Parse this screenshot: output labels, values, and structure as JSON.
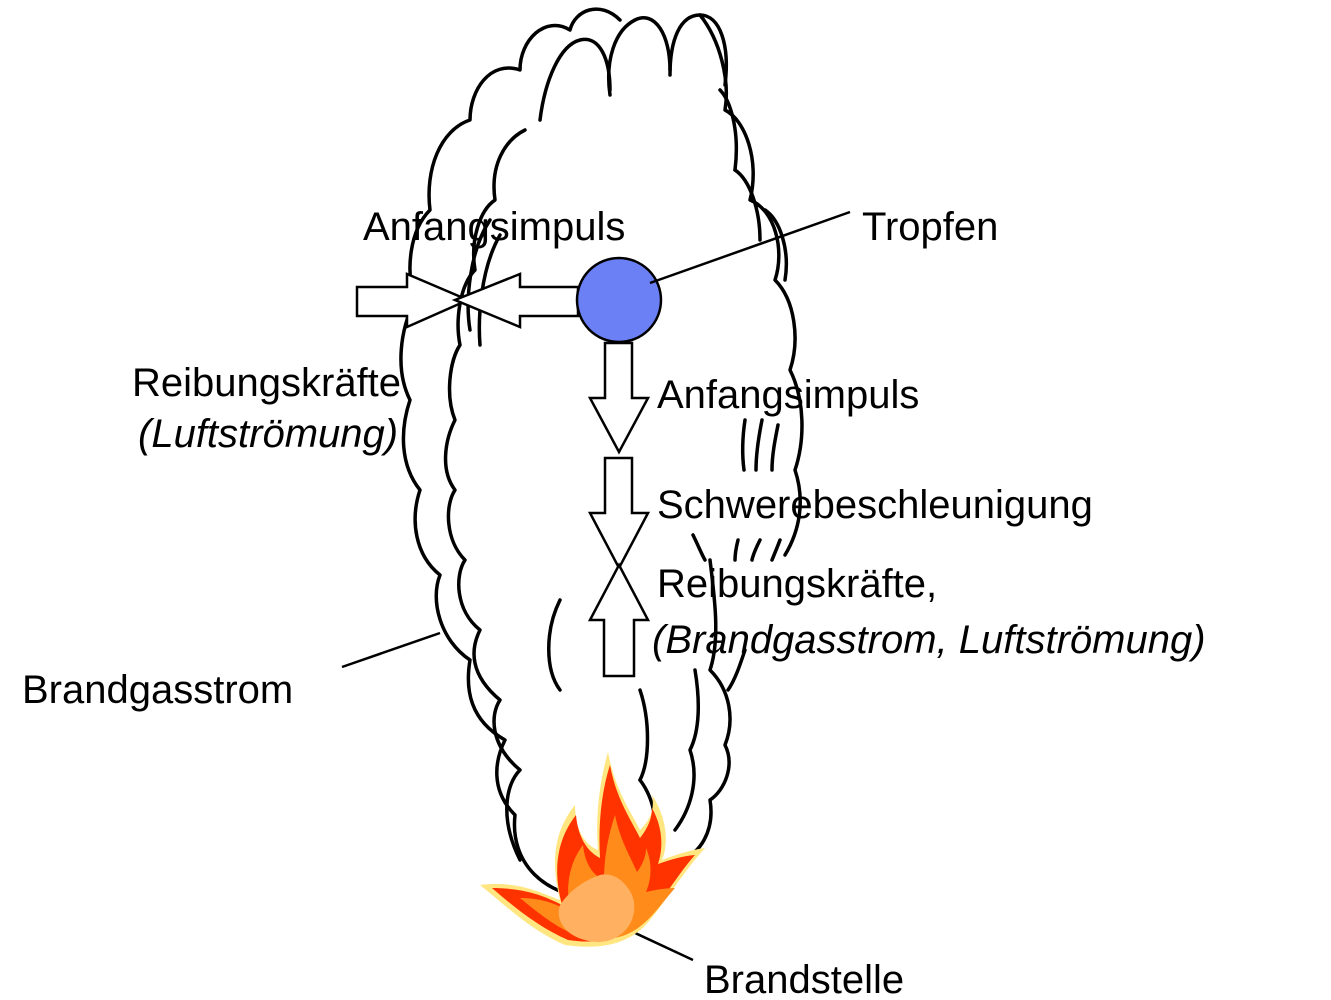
{
  "labels": {
    "impulse_horizontal": "Anfangsimpuls",
    "droplet": "Tropfen",
    "friction_left_line1": "Reibungskräfte",
    "friction_left_line2": "(Luftströmung)",
    "impulse_vertical": "Anfangsimpuls",
    "gravity": "Schwerebeschleunigung",
    "friction_down_line1": "Reibungskräfte,",
    "friction_down_line2": "(Brandgasstrom, Luftströmung)",
    "plume": "Brandgasstrom",
    "fire_source": "Brandstelle"
  },
  "colors": {
    "droplet_fill": "#6b80f5",
    "flame_outer": "#ffe680",
    "flame_red": "#ff3300",
    "flame_orange": "#ff8c1a",
    "flame_core": "#ffb060"
  }
}
